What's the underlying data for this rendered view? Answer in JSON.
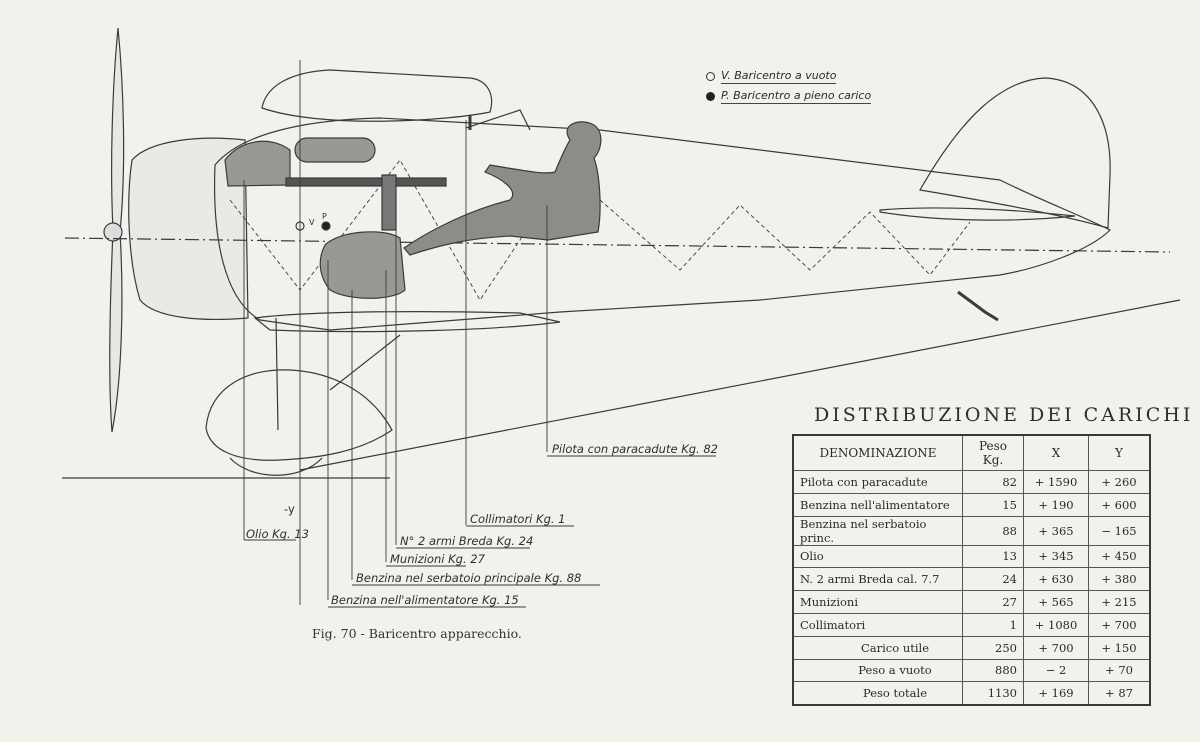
{
  "legend": [
    {
      "symbol": "open-circle",
      "text": "V. Baricentro a vuoto"
    },
    {
      "symbol": "filled-circle",
      "text": "P. Baricentro a pieno carico"
    }
  ],
  "callouts": {
    "pilota": "Pilota con paracadute Kg. 82",
    "collimatori": "Collimatori Kg. 1",
    "armi": "N° 2 armi Breda Kg. 24",
    "munizioni": "Munizioni Kg. 27",
    "benzina_principale": "Benzina nel serbatoio principale Kg. 88",
    "benzina_alimentatore": "Benzina nell'alimentatore Kg. 15",
    "olio": "Olio Kg. 13",
    "minus_y": "-y",
    "v_marker": "V",
    "p_marker": "P"
  },
  "caption": "Fig. 70 - Baricentro apparecchio.",
  "table": {
    "title": "DISTRIBUZIONE DEI CARICHI",
    "headers": [
      "DENOMINAZIONE",
      "Peso Kg.",
      "X",
      "Y"
    ],
    "rows": [
      {
        "name": "Pilota con paracadute",
        "weight": "82",
        "x": "+ 1590",
        "y": "+ 260"
      },
      {
        "name": "Benzina nell'alimentatore",
        "weight": "15",
        "x": "+ 190",
        "y": "+ 600"
      },
      {
        "name": "Benzina nel serbatoio princ.",
        "weight": "88",
        "x": "+ 365",
        "y": "− 165"
      },
      {
        "name": "Olio",
        "weight": "13",
        "x": "+ 345",
        "y": "+ 450"
      },
      {
        "name": "N. 2 armi Breda cal. 7.7",
        "weight": "24",
        "x": "+ 630",
        "y": "+ 380"
      },
      {
        "name": "Munizioni",
        "weight": "27",
        "x": "+ 565",
        "y": "+ 215"
      },
      {
        "name": "Collimatori",
        "weight": "1",
        "x": "+ 1080",
        "y": "+ 700"
      }
    ],
    "summary": [
      {
        "name": "Carico utile",
        "weight": "250",
        "x": "+ 700",
        "y": "+ 150"
      },
      {
        "name": "Peso a vuoto",
        "weight": "880",
        "x": "− 2",
        "y": "+ 70"
      },
      {
        "name": "Peso totale",
        "weight": "1130",
        "x": "+ 169",
        "y": "+ 87"
      }
    ]
  }
}
